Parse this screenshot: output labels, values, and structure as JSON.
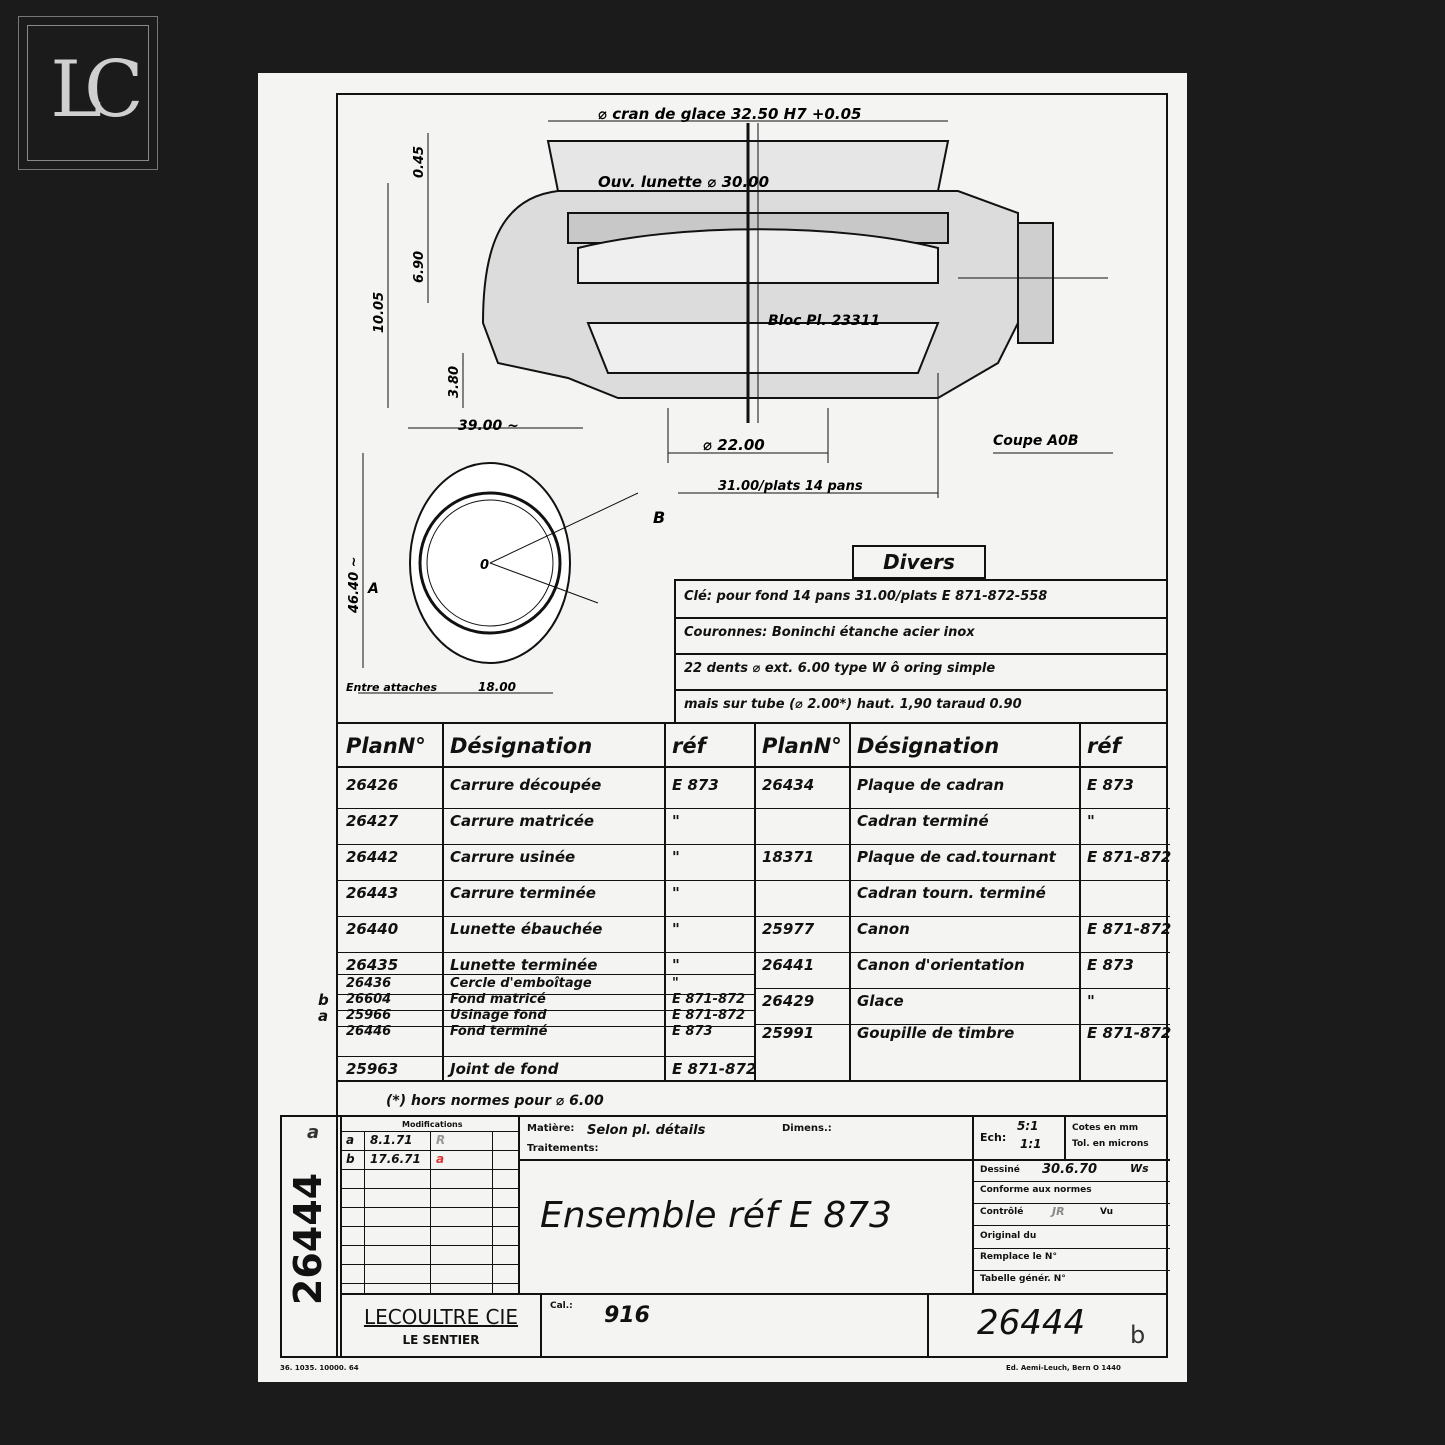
{
  "logo": {
    "monogram": "LC"
  },
  "drawing": {
    "dims": {
      "glass": "⌀ cran de glace 32.50 H7 +0.05",
      "bezel_opening": "Ouv. lunette ⌀ 30.00",
      "d045": "0.45",
      "d690": "6.90",
      "d1005": "10.05",
      "d380": "3.80",
      "d22": "⌀ 22.00",
      "flats": "31.00/plats 14 pans",
      "width": "39.00 ~",
      "height": "46.40 ~",
      "lugs": "18.00",
      "lugs_label": "Entre attaches",
      "movement": "Bloc Pl. 23311",
      "section": "Coupe A0B",
      "a": "A",
      "b": "B",
      "o": "0"
    }
  },
  "divers": {
    "title": "Divers",
    "lines": [
      "Clé: pour fond 14 pans 31.00/plats E 871-872-558",
      "Couronnes: Boninchi étanche acier inox",
      "22 dents ⌀ ext. 6.00 type W  ô oring simple",
      "mais sur tube (⌀ 2.00*) haut. 1,90 taraud 0.90"
    ]
  },
  "parts": {
    "headers": [
      "PlanN°",
      "Désignation",
      "réf",
      "PlanN°",
      "Désignation",
      "réf"
    ],
    "left": [
      [
        "26426",
        "Carrure découpée",
        "E 873"
      ],
      [
        "26427",
        "Carrure matricée",
        "\""
      ],
      [
        "26442",
        "Carrure usinée",
        "\""
      ],
      [
        "26443",
        "Carrure terminée",
        "\""
      ],
      [
        "26440",
        "Lunette ébauchée",
        "\""
      ],
      [
        "26435",
        "Lunette terminée",
        "\""
      ],
      [
        "26436",
        "Cercle d'emboîtage",
        "\""
      ],
      [
        "26604",
        "Fond matricé",
        "E 871-872"
      ],
      [
        "25966",
        "Usinage fond",
        "E 871-872"
      ],
      [
        "26446",
        "Fond terminé",
        "E 873"
      ],
      [
        "25963",
        "Joint de fond",
        "E 871-872"
      ]
    ],
    "row_marks": [
      "b",
      "a"
    ],
    "right": [
      [
        "26434",
        "Plaque de cadran",
        "E 873"
      ],
      [
        "",
        "Cadran terminé",
        "\""
      ],
      [
        "18371",
        "Plaque de cad.tournant",
        "E 871-872"
      ],
      [
        "",
        "Cadran tourn. terminé",
        ""
      ],
      [
        "25977",
        "Canon",
        "E 871-872"
      ],
      [
        "26441",
        "Canon d'orientation",
        "E 873"
      ],
      [
        "26429",
        "Glace",
        "\""
      ],
      [
        "25991",
        "Goupille de timbre",
        "E 871-872"
      ]
    ],
    "footnote": "(*) hors normes pour ⌀ 6.00"
  },
  "title_block": {
    "side_number": "26444",
    "side_suffix": "a",
    "modifications_label": "Modifications",
    "modifications": [
      [
        "a",
        "8.1.71",
        "R"
      ],
      [
        "b",
        "17.6.71",
        "a"
      ]
    ],
    "matiere_label": "Matière:",
    "matiere_value": "Selon pl. détails",
    "dimens_label": "Dimens.:",
    "traitements_label": "Traitements:",
    "title": "Ensemble réf E 873",
    "ech_label": "Ech:",
    "ech_values": [
      "5:1",
      "1:1"
    ],
    "units": [
      "Cotes en mm",
      "Tol. en microns"
    ],
    "dessine_label": "Dessiné",
    "dessine_date": "30.6.70",
    "dessine_initials": "Ws",
    "conforme_label": "Conforme aux normes",
    "controle_label": "Contrôlé",
    "controle_sig": "JR",
    "vu_label": "Vu",
    "original_label": "Original du",
    "remplace_label": "Remplace le N°",
    "tabelle_label": "Tabelle génér. N°",
    "company": "LECOULTRE CIE",
    "location": "LE SENTIER",
    "cal_label": "Cal.:",
    "cal_value": "916",
    "drawing_number": "26444",
    "drawing_suffix": "b",
    "print_code": "36. 1035. 10000. 64",
    "printer": "Ed. Aemi-Leuch, Bern  O 1440"
  }
}
